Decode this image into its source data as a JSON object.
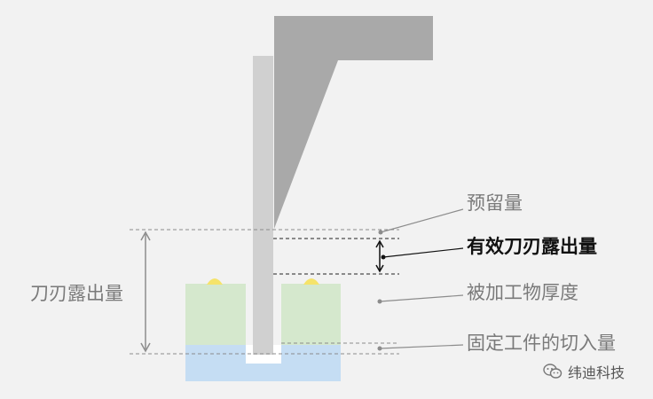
{
  "labels": {
    "reserve": "预留量",
    "effective_exposure": "有效刀刃露出量",
    "workpiece_thickness": "被加工物厚度",
    "cut_depth": "固定工件的切入量",
    "blade_exposure": "刀刃露出量"
  },
  "watermark": {
    "text": "纬迪科技",
    "icon": "wechat-icon"
  },
  "colors": {
    "background": "#f2f2f2",
    "holder": "#a9a9a9",
    "blade": "#d0d0d0",
    "workpiece": "#d5e8cd",
    "fixture": "#c5ddf3",
    "debris": "#f5e36a",
    "guide": "#8c8c8c",
    "effective_marker": "#111111"
  }
}
